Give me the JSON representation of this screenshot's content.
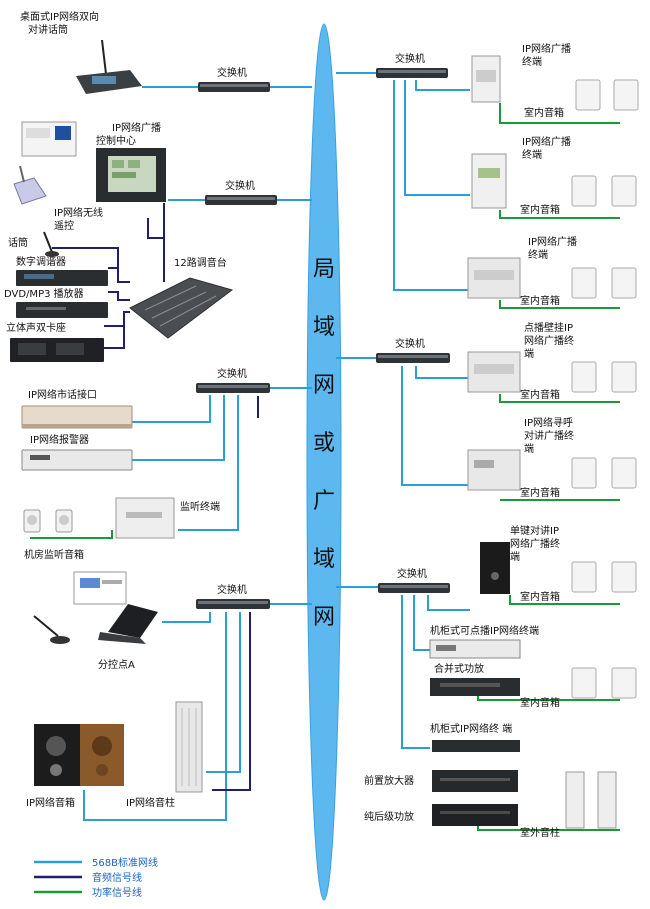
{
  "colors": {
    "backbone": "#5eb8f0",
    "network_line": "#2a9fd6",
    "audio_line": "#1f1f6b",
    "power_line": "#1b9a3a"
  },
  "backbone_label": [
    "局",
    "域",
    "网",
    "或",
    "广",
    "域",
    "网"
  ],
  "switch_label": "交换机",
  "left": {
    "desk_mic": [
      "桌面式IP网络双向",
      "对讲话筒"
    ],
    "control_center": [
      "IP网络广播",
      "控制中心"
    ],
    "wireless_remote": [
      "IP网络无线",
      "遥控"
    ],
    "mic": "话筒",
    "tuner": "数字调谐器",
    "dvd": "DVD/MP3 播放器",
    "tape": "立体声双卡座",
    "mixer": "12路调音台",
    "phone_interface": "IP网络市话接口",
    "alarm": "IP网络报警器",
    "monitor_terminal": "监听终端",
    "monitor_speakers": "机房监听音箱",
    "substation": "分控点A",
    "ip_speaker": "IP网络音箱",
    "ip_column": "IP网络音柱"
  },
  "right": {
    "terminal_1": [
      "IP网络广播",
      "终端"
    ],
    "terminal_2": [
      "IP网络广播",
      "终端"
    ],
    "terminal_3": [
      "IP网络广播",
      "终端"
    ],
    "terminal_4": [
      "点播壁挂IP",
      "网络广播终",
      "端"
    ],
    "terminal_5": [
      "IP网络寻呼",
      "对讲广播终",
      "端"
    ],
    "terminal_6": [
      "单键对讲IP",
      "网络广播终",
      "端"
    ],
    "indoor_speaker": "室内音箱",
    "rack_vod": "机柜式可点播IP网络终端",
    "combined_amp": "合并式功放",
    "rack_terminal": "机柜式IP网络终 端",
    "preamp": "前置放大器",
    "power_amp": "纯后级功放",
    "outdoor_column": "室外音柱"
  },
  "legend": [
    {
      "label": "568B标准网线",
      "color": "#2a9fd6"
    },
    {
      "label": "音频信号线",
      "color": "#1f1f6b"
    },
    {
      "label": "功率信号线",
      "color": "#1b9a3a"
    }
  ]
}
